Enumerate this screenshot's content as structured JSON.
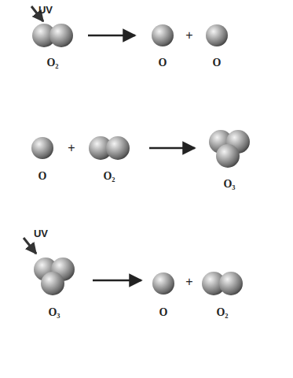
{
  "diagram": {
    "labels": [
      "UV",
      "O₂",
      "+",
      "O",
      "O",
      "+",
      "O",
      "O₂",
      "O₃",
      "UV",
      "O₃",
      "+",
      "O",
      "O₂"
    ]
  }
}
